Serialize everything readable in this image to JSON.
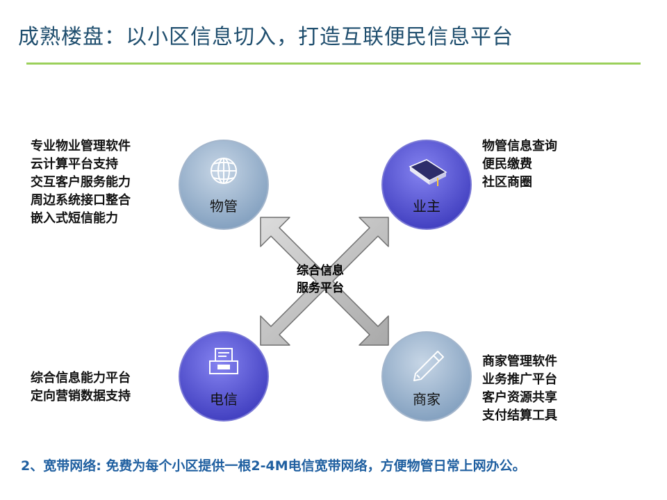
{
  "title": "成熟楼盘：以小区信息切入，打造互联便民信息平台",
  "colors": {
    "title": "#1f4e6e",
    "rule": "#9bd05a",
    "footer": "#1f5fa0",
    "grey_node": "#8aa6c4",
    "blue_node": "#4b49c9"
  },
  "center": {
    "line1": "综合信息",
    "line2": "服务平台"
  },
  "nodes": {
    "wuguan": {
      "label": "物管",
      "icon": "globe-icon"
    },
    "yezhu": {
      "label": "业主",
      "icon": "book-icon"
    },
    "dianxin": {
      "label": "电信",
      "icon": "printer-icon"
    },
    "shangjia": {
      "label": "商家",
      "icon": "pencil-icon"
    }
  },
  "lists": {
    "wuguan": [
      "专业物业管理软件",
      "云计算平台支持",
      "交互客户服务能力",
      "周边系统接口整合",
      "嵌入式短信能力"
    ],
    "yezhu": [
      "物管信息查询",
      "便民缴费",
      "社区商圈"
    ],
    "dianxin": [
      "综合信息能力平台",
      "定向营销数据支持"
    ],
    "shangjia": [
      "商家管理软件",
      "业务推广平台",
      "客户资源共享",
      "支付结算工具"
    ]
  },
  "footer": "2、宽带网络: 免费为每个小区提供一根2-4M电信宽带网络，方便物管日常上网办公。"
}
